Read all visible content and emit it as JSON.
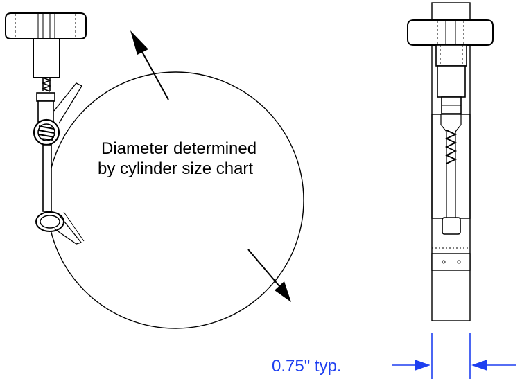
{
  "diagram": {
    "label_line1": "Diameter determined",
    "label_line2": "by cylinder size chart",
    "dimension_label": "0.75\" typ."
  },
  "colors": {
    "line": "#000000",
    "dimension": "#1e3ff0",
    "background": "#ffffff"
  }
}
